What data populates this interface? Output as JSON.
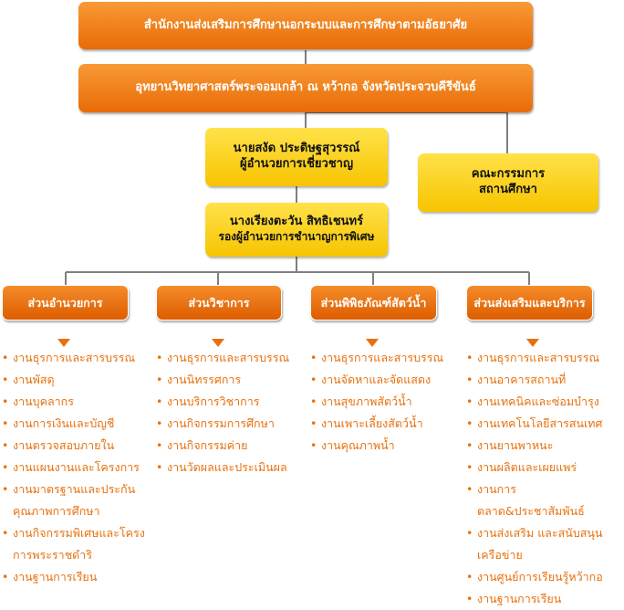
{
  "top": {
    "office": "สำนักงานส่งเสริมการศึกษานอกระบบและการศึกษาตามอัธยาศัย",
    "park": "อุทยานวิทยาศาสตร์พระจอมเกล้า ณ หว้ากอ จังหวัดประจวบคีรีขันธ์"
  },
  "director": {
    "name": "นายสงัด ประดิษฐสุวรรณ์",
    "title": "ผู้อำนวยการเชี่ยวชาญ"
  },
  "deputy": {
    "name": "นางเรียงตะวัน สิทธิเชนทร์",
    "title": "รองผู้อำนวยการชำนาญการพิเศษ"
  },
  "committee": {
    "line1": "คณะกรรมการ",
    "line2": "สถานศึกษา"
  },
  "departments": [
    {
      "name": "ส่วนอำนวยการ",
      "items": [
        "งานธุรการและสารบรรณ",
        "งานพัสดุ",
        "งานบุคลากร",
        "งานการเงินและบัญชี",
        "งานตรวจสอบภายใน",
        "งานแผนงานและโครงการ",
        "งานมาตรฐานและประกัน คุณภาพการศึกษา",
        "งานกิจกรรมพิเศษและโครง การพระราชดำริ",
        "งานฐานการเรียน"
      ]
    },
    {
      "name": "ส่วนวิชาการ",
      "items": [
        "งานธุรการและสารบรรณ",
        "งานนิทรรศการ",
        "งานบริการวิชาการ",
        "งานกิจกรรมการศึกษา",
        "งานกิจกรรมค่าย",
        "งานวัดผลและประเมินผล"
      ]
    },
    {
      "name": "ส่วนพิพิธภัณฑ์สัตว์น้ำ",
      "items": [
        "งานธุรการและสารบรรณ",
        "งานจัดหาและจัดแสดง",
        "งานสุขภาพสัตว์น้ำ",
        "งานเพาะเลี้ยงสัตว์น้ำ",
        "งานคุณภาพน้ำ"
      ]
    },
    {
      "name": "ส่วนส่งเสริมและบริการ",
      "items": [
        "งานธุรการและสารบรรณ",
        "งานอาคารสถานที่",
        "งานเทคนิคและซ่อมบำรุง",
        "งานเทคโนโลยีสารสนเทศ",
        "งานยานพาหนะ",
        "งานผลิตและเผยแพร่",
        "งานการตลาด&ประชาสัมพันธ์",
        "งานส่งเสริม และสนับสนุน เครือข่าย",
        "งานศูนย์การเรียนรู้หว้ากอ",
        "งานฐานการเรียน"
      ]
    }
  ],
  "colors": {
    "orange": "#e86b08",
    "yellow": "#f7c400",
    "text_orange": "#e8710f",
    "line": "#7f7f7f"
  }
}
